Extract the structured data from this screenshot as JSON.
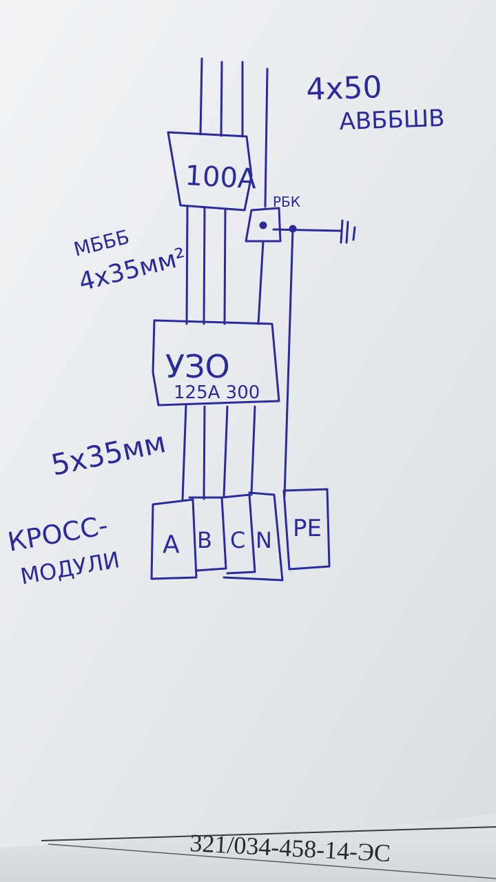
{
  "diagram": {
    "cable_input": {
      "line1": "4x50",
      "line2": "АВББШВ"
    },
    "breaker": {
      "label": "100А"
    },
    "pe_split": {
      "label": "РБК"
    },
    "cable_mid": {
      "line1": "МБББ",
      "line2": "4x35мм²"
    },
    "rcd": {
      "name": "УЗО",
      "rating": "125А 300"
    },
    "cable_out": {
      "label": "5x35мм"
    },
    "cross_modules": {
      "label_line1": "КРОСС-",
      "label_line2": "МОДУЛИ",
      "modules": [
        "A",
        "B",
        "C",
        "N",
        "PE"
      ]
    }
  },
  "footer": {
    "document_number": "321/034-458-14-ЭС"
  },
  "colors": {
    "ink": "#2b2a9a",
    "paper": "#e9ecef",
    "background": "#cfd2d6"
  }
}
